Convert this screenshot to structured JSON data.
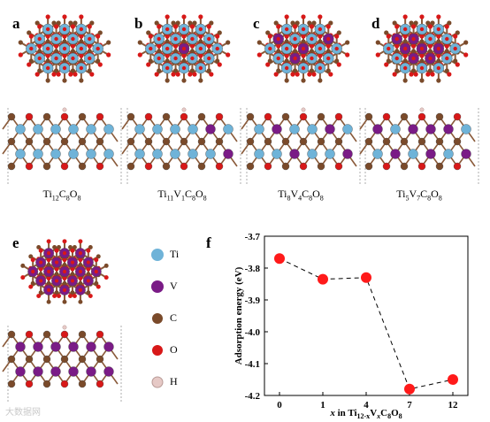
{
  "panels": {
    "a": {
      "label": "a",
      "formula": [
        "Ti",
        "12",
        "C",
        "8",
        "O",
        "8"
      ]
    },
    "b": {
      "label": "b",
      "formula": [
        "Ti",
        "11",
        "V",
        "1",
        "C",
        "8",
        "O",
        "8"
      ]
    },
    "c": {
      "label": "c",
      "formula": [
        "Ti",
        "8",
        "V",
        "4",
        "C",
        "8",
        "O",
        "8"
      ]
    },
    "d": {
      "label": "d",
      "formula": [
        "Ti",
        "5",
        "V",
        "7",
        "C",
        "8",
        "O",
        "8"
      ]
    },
    "e": {
      "label": "e"
    },
    "f": {
      "label": "f"
    }
  },
  "legend": [
    {
      "element": "Ti",
      "color": "#6fb3d8"
    },
    {
      "element": "V",
      "color": "#7a1b86"
    },
    {
      "element": "C",
      "color": "#7a4a2a"
    },
    {
      "element": "O",
      "color": "#d81818"
    },
    {
      "element": "H",
      "color": "#e6c9c6"
    }
  ],
  "watermark": "大数据网",
  "chart_data": {
    "type": "line",
    "categories": [
      "0",
      "1",
      "4",
      "7",
      "12"
    ],
    "values": [
      -3.77,
      -3.835,
      -3.83,
      -4.18,
      -4.15
    ],
    "ylabel": "Adsorption energy (eV)",
    "xlabel_parts": [
      "x",
      " in Ti",
      "12-x",
      "V",
      "x",
      "C",
      "8",
      "O",
      "8"
    ],
    "ylim": [
      -4.2,
      -3.7
    ],
    "yticks": [
      "-3.7",
      "-3.8",
      "-3.9",
      "-4.0",
      "-4.1",
      "-4.2"
    ],
    "marker_color": "#ff1a1a",
    "line_style": "dashed",
    "grid": false
  }
}
